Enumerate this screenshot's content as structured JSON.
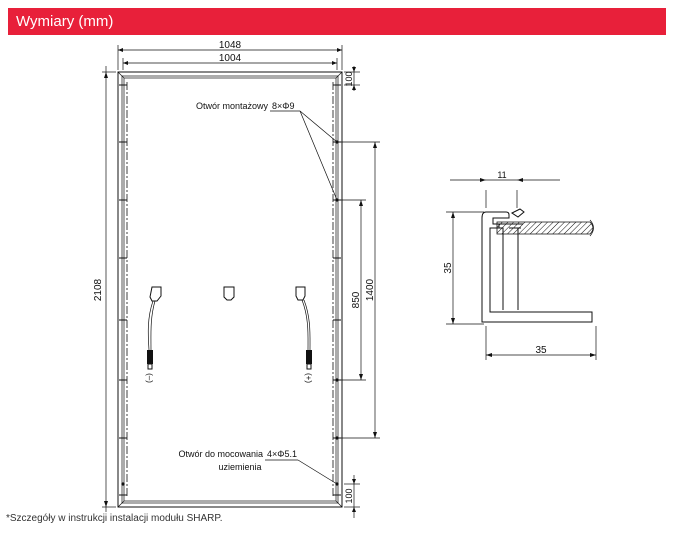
{
  "header": {
    "title": "Wymiary (mm)"
  },
  "front_view": {
    "overall_width": "1048",
    "inner_width": "1004",
    "height": "2108",
    "top_offset": "100",
    "bottom_offset": "100",
    "hole_spacing_inner": "850",
    "hole_spacing_outer": "1400",
    "mounting_holes_label": "Otwór montażowy",
    "mounting_holes_spec": "8×Φ9",
    "grounding_holes_label": "Otwór do mocowania",
    "grounding_holes_spec": "4×Φ5.1",
    "grounding_holes_label2": "uziemienia",
    "negative_label": "(–)",
    "positive_label": "(+)"
  },
  "cross_section": {
    "lip_width": "11",
    "height": "35",
    "width": "35"
  },
  "footnote": "*Szczegóły w instrukcji instalacji modułu SHARP."
}
